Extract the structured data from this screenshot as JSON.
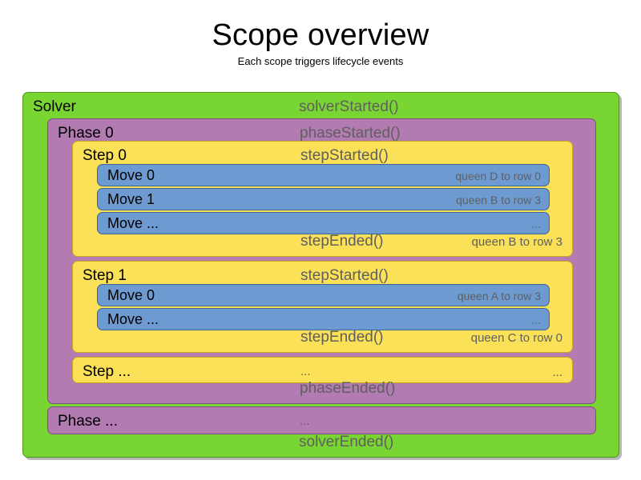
{
  "header": {
    "title": "Scope overview",
    "subtitle": "Each scope triggers lifecycle events"
  },
  "colors": {
    "solver": "#79D532",
    "phase": "#B27BB2",
    "step": "#FBE158",
    "move": "#6D9BD1",
    "event_text": "#5f5f5f",
    "label_text": "#000000",
    "background": "#ffffff"
  },
  "diagram": {
    "solver": {
      "label": "Solver",
      "started_event": "solverStarted()",
      "ended_event": "solverEnded()",
      "phases": [
        {
          "label": "Phase 0",
          "started_event": "phaseStarted()",
          "ended_event": "phaseEnded()",
          "steps": [
            {
              "label": "Step 0",
              "started_event": "stepStarted()",
              "ended_event": "stepEnded()",
              "ended_detail": "queen B to row 3",
              "moves": [
                {
                  "label": "Move 0",
                  "detail": "queen D to row 0"
                },
                {
                  "label": "Move 1",
                  "detail": "queen B to row 3"
                },
                {
                  "label": "Move ...",
                  "detail": "..."
                }
              ]
            },
            {
              "label": "Step 1",
              "started_event": "stepStarted()",
              "ended_event": "stepEnded()",
              "ended_detail": "queen C to row 0",
              "moves": [
                {
                  "label": "Move 0",
                  "detail": "queen A to row 3"
                },
                {
                  "label": "Move ...",
                  "detail": "..."
                }
              ]
            }
          ],
          "step_ellipsis": {
            "label": "Step ...",
            "center": "...",
            "right": "..."
          }
        }
      ],
      "phase_ellipsis": {
        "label": "Phase ...",
        "center": "..."
      }
    }
  }
}
